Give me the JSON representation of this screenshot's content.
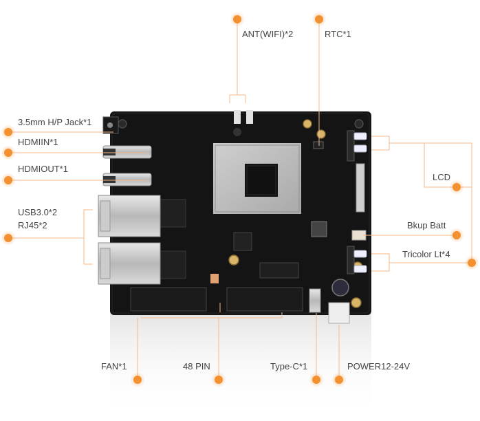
{
  "labels": {
    "ant": "ANT(WIFI)*2",
    "rtc": "RTC*1",
    "hp_jack": "3.5mm H/P Jack*1",
    "hdmi_in": "HDMIIN*1",
    "hdmi_out": "HDMIOUT*1",
    "usb": "USB3.0*2",
    "rj45": "RJ45*2",
    "lcd": "LCD",
    "bkup": "Bkup Batt",
    "tricolor": "Tricolor Lt*4",
    "fan": "FAN*1",
    "pin48": "48 PIN",
    "typec": "Type-C*1",
    "power": "POWER12-24V"
  },
  "colors": {
    "accent": "#f39131",
    "line": "#f6b98a",
    "board": "#141414",
    "chip": "#b9b9b9",
    "text": "#444444"
  }
}
